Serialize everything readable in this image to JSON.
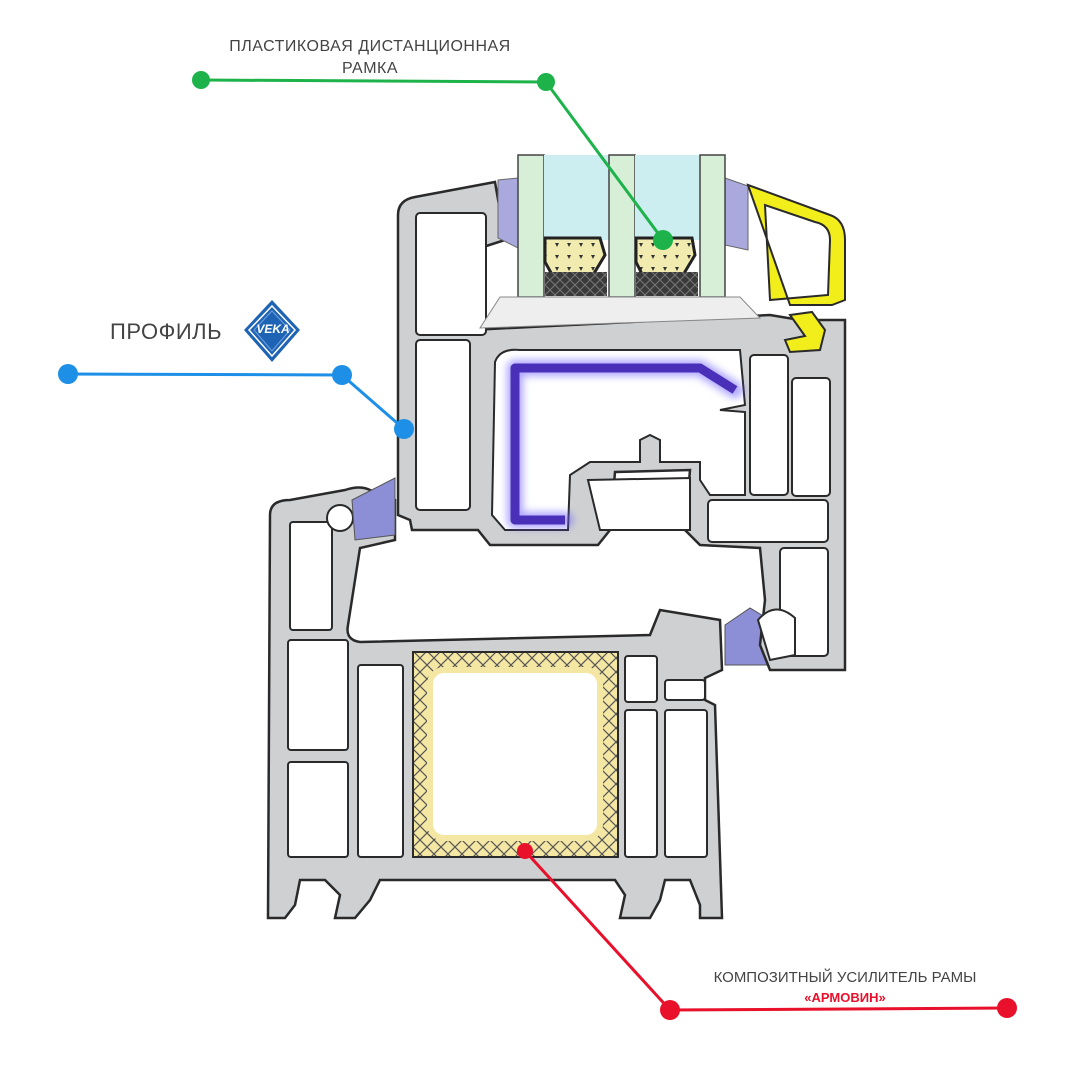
{
  "labels": {
    "spacer_line1": "ПЛАСТИКОВАЯ  ДИСТАНЦИОННАЯ",
    "spacer_line2": "РАМКА",
    "profile": "ПРОФИЛЬ",
    "logo": "VEKA",
    "reinforcement_line1": "КОМПОЗИТНЫЙ УСИЛИТЕЛЬ РАМЫ",
    "reinforcement_line2": "«АРМОВИН»"
  },
  "colors": {
    "spacer_callout": "#1db34a",
    "profile_callout": "#1e8fe6",
    "reinforcement_callout": "#e8102a",
    "pvc_fill": "#cfd0d2",
    "pvc_outline": "#2a2a2a",
    "seal": "#8c8ed6",
    "glass": "#cdeef0",
    "yellow_bead": "#f2ee1c",
    "steel_gasket": "#4a2fb8",
    "reinforcement": "#f4e7a4",
    "logo_blue": "#1f63b5"
  },
  "icons": {
    "logo": "veka-diamond-logo"
  }
}
